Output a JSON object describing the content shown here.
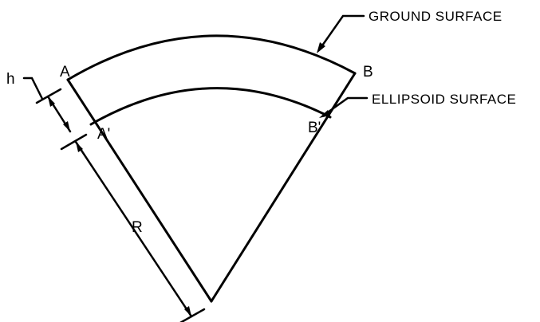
{
  "labels": {
    "ground_surface": "GROUND SURFACE",
    "ellipsoid_surface": "ELLIPSOID SURFACE",
    "point_a": "A",
    "point_b": "B",
    "point_a_prime": "A'",
    "point_b_prime": "B'",
    "height": "h",
    "radius": "R"
  }
}
